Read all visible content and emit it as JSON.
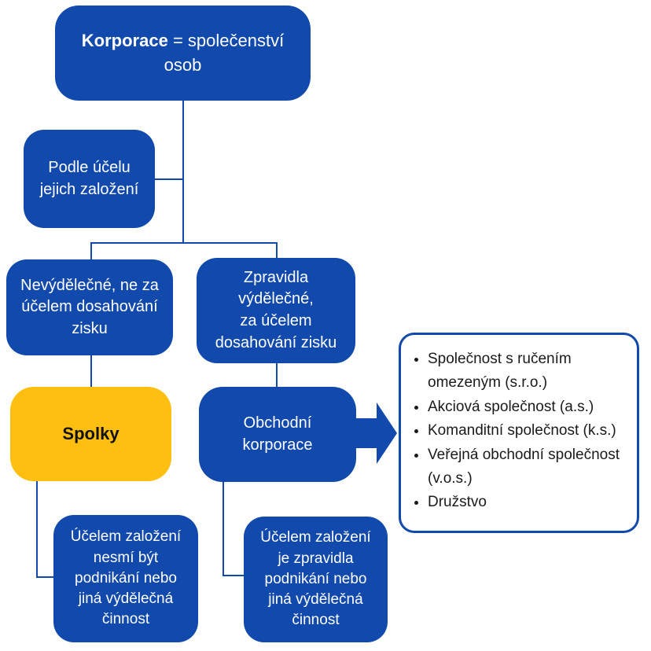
{
  "colors": {
    "box_blue": "#1149AC",
    "box_yellow": "#FEBF10",
    "ink": "#111111",
    "panel_text": "#1A1A1A",
    "background": "#FFFFFF"
  },
  "diagram": {
    "root": {
      "bold": "Korporace",
      "rest": " = společenství osob"
    },
    "criterion": {
      "text": "Podle účelu\njejich založení"
    },
    "branch_left": {
      "text": "Nevýdělečné, ne za\núčelem dosahování\nzisku"
    },
    "branch_right": {
      "text": "Zpravidla\nvýdělečné,\nza účelem\ndosahování zisku"
    },
    "spolky": {
      "text": "Spolky"
    },
    "obchodni": {
      "text": "Obchodní\nkorporace"
    },
    "note_left": {
      "text": "Účelem založení\nnesmí být\npodnikání nebo\njiná výdělečná\nčinnost"
    },
    "note_right": {
      "text": "Účelem založení\nje zpravidla\npodnikání nebo\njiná výdělečná\nčinnost"
    },
    "panel": {
      "items": [
        "Společnost s ručením omezeným (s.r.o.)",
        "Akciová společnost (a.s.)",
        "Komanditní společnost (k.s.)",
        "Veřejná obchodní společnost (v.o.s.)",
        "Družstvo"
      ]
    },
    "arrow_icon": "right-block-arrow-icon"
  }
}
